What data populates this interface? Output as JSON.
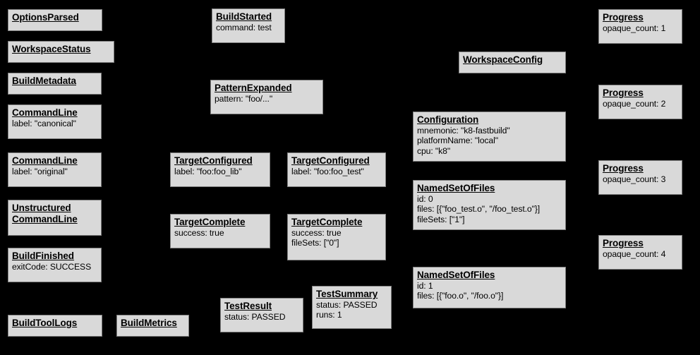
{
  "diagram": {
    "background_color": "#000000",
    "node_fill_color": "#d9d9d9",
    "node_border_color": "#7f7f7f",
    "text_color": "#000000",
    "nodes": [
      {
        "id": "options-parsed",
        "title": "OptionsParsed",
        "fields": []
      },
      {
        "id": "workspace-status",
        "title": "WorkspaceStatus",
        "fields": []
      },
      {
        "id": "build-metadata",
        "title": "BuildMetadata",
        "fields": []
      },
      {
        "id": "command-line-canonical",
        "title": "CommandLine",
        "fields": [
          "label: \"canonical\""
        ]
      },
      {
        "id": "command-line-original",
        "title": "CommandLine",
        "fields": [
          "label: \"original\""
        ]
      },
      {
        "id": "unstructured-command-line",
        "title": "Unstructured CommandLine",
        "fields": []
      },
      {
        "id": "build-finished",
        "title": "BuildFinished",
        "fields": [
          "exitCode: SUCCESS"
        ]
      },
      {
        "id": "build-tool-logs",
        "title": "BuildToolLogs",
        "fields": []
      },
      {
        "id": "build-metrics",
        "title": "BuildMetrics",
        "fields": []
      },
      {
        "id": "build-started",
        "title": "BuildStarted",
        "fields": [
          "command: test"
        ]
      },
      {
        "id": "pattern-expanded",
        "title": "PatternExpanded",
        "fields": [
          "pattern: \"foo/...\""
        ]
      },
      {
        "id": "target-configured-lib",
        "title": "TargetConfigured",
        "fields": [
          "label: \"foo:foo_lib\""
        ]
      },
      {
        "id": "target-configured-test",
        "title": "TargetConfigured",
        "fields": [
          "label: \"foo:foo_test\""
        ]
      },
      {
        "id": "target-complete-lib",
        "title": "TargetComplete",
        "fields": [
          "success: true"
        ]
      },
      {
        "id": "target-complete-test",
        "title": "TargetComplete",
        "fields": [
          "success: true",
          "fileSets: [\"0\"]"
        ]
      },
      {
        "id": "test-result",
        "title": "TestResult",
        "fields": [
          "status: PASSED"
        ]
      },
      {
        "id": "test-summary",
        "title": "TestSummary",
        "fields": [
          "status: PASSED",
          "runs: 1"
        ]
      },
      {
        "id": "workspace-config",
        "title": "WorkspaceConfig",
        "fields": []
      },
      {
        "id": "configuration",
        "title": "Configuration",
        "fields": [
          "mnemonic: \"k8-fastbuild\"",
          "platformName: \"local\"",
          "cpu: \"k8\""
        ]
      },
      {
        "id": "named-set-of-files-0",
        "title": "NamedSetOfFiles",
        "fields": [
          "id: 0",
          "files: [{\"foo_test.o\", \"/foo_test.o\"}]",
          "fileSets: [\"1\"]"
        ]
      },
      {
        "id": "named-set-of-files-1",
        "title": "NamedSetOfFiles",
        "fields": [
          "id: 1",
          "files: [{\"foo.o\", \"/foo.o\"}]"
        ]
      },
      {
        "id": "progress-1",
        "title": "Progress",
        "fields": [
          "opaque_count: 1"
        ]
      },
      {
        "id": "progress-2",
        "title": "Progress",
        "fields": [
          "opaque_count: 2"
        ]
      },
      {
        "id": "progress-3",
        "title": "Progress",
        "fields": [
          "opaque_count: 3"
        ]
      },
      {
        "id": "progress-4",
        "title": "Progress",
        "fields": [
          "opaque_count: 4"
        ]
      }
    ]
  }
}
